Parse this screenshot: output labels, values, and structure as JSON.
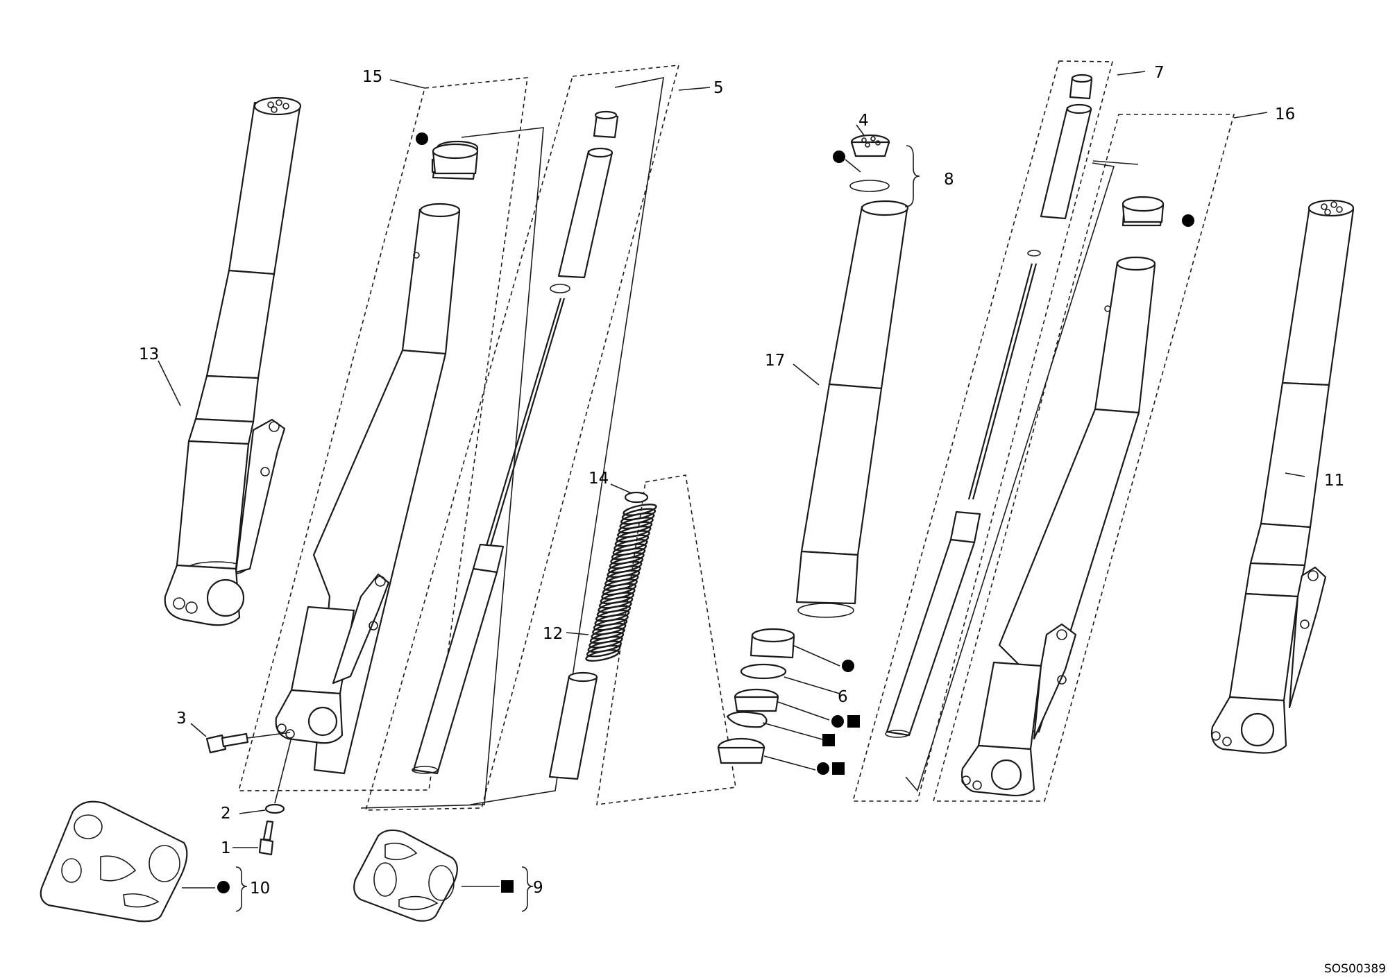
{
  "diagram": {
    "drawing_code": "SOS00389",
    "callouts": {
      "c1": "1",
      "c2": "2",
      "c3": "3",
      "c4": "4",
      "c5": "5",
      "c6": "6",
      "c7": "7",
      "c8": "8",
      "c9": "9",
      "c10": "10",
      "c11": "11",
      "c12": "12",
      "c13": "13",
      "c14": "14",
      "c15": "15",
      "c16": "16",
      "c17": "17"
    },
    "legend_symbols": [
      "circle",
      "square"
    ]
  }
}
